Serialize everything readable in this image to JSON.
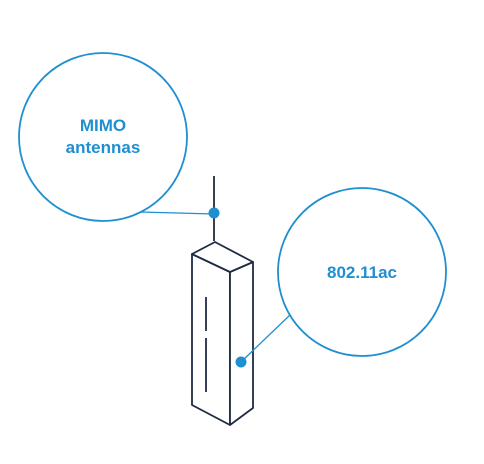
{
  "callouts": {
    "antennas": {
      "line1": "MIMO",
      "line2": "antennas"
    },
    "standard": {
      "line1": "802.11ac"
    }
  },
  "colors": {
    "accent": "#1f8fd0",
    "device_outline": "#1f2a44"
  }
}
